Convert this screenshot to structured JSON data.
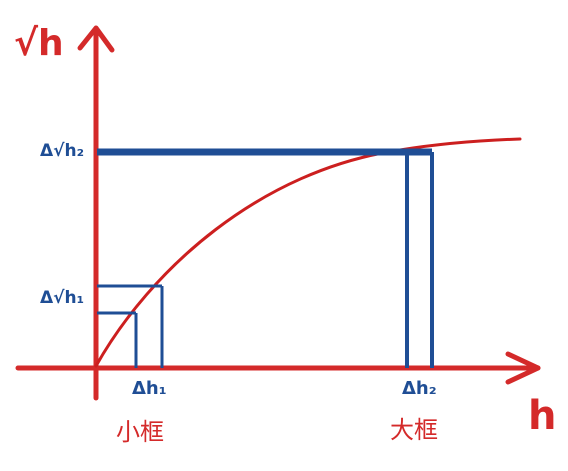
{
  "axes": {
    "y_label": "√h",
    "x_label": "h"
  },
  "labels": {
    "delta_sqrt_h1": "Δ√h₁",
    "delta_sqrt_h2": "Δ√h₂",
    "delta_h1": "Δh₁",
    "delta_h2": "Δh₂",
    "small_box": "小框",
    "large_box": "大框"
  },
  "colors": {
    "axis": "#d42a2a",
    "curve": "#cc1f1f",
    "boxes": "#1f4e95",
    "label_blue": "#1f4e95",
    "label_red": "#d42a2a"
  }
}
